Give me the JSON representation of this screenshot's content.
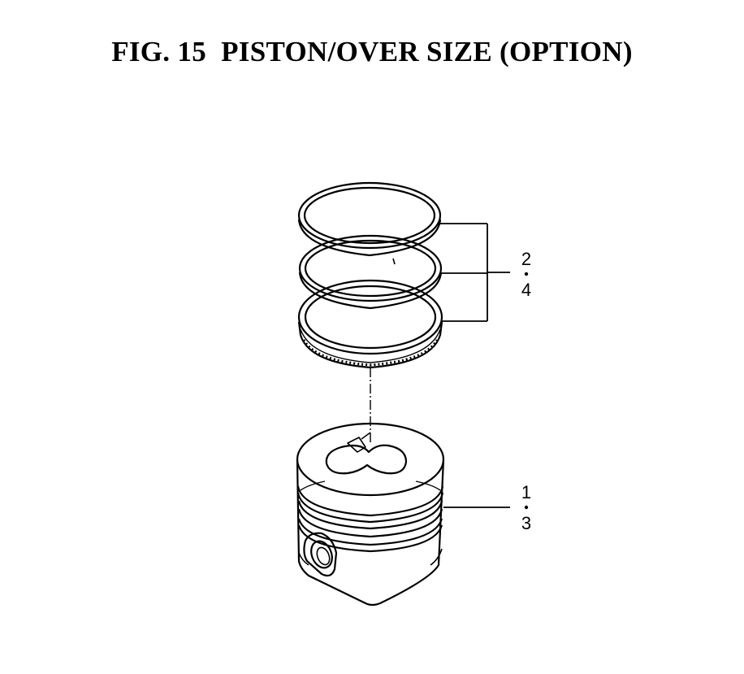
{
  "figure": {
    "title": "FIG. 15  PISTON/OVER SIZE (OPTION)"
  },
  "callouts": {
    "rings": {
      "top": "2",
      "bottom": "4"
    },
    "piston": {
      "top": "1",
      "bottom": "3"
    }
  }
}
